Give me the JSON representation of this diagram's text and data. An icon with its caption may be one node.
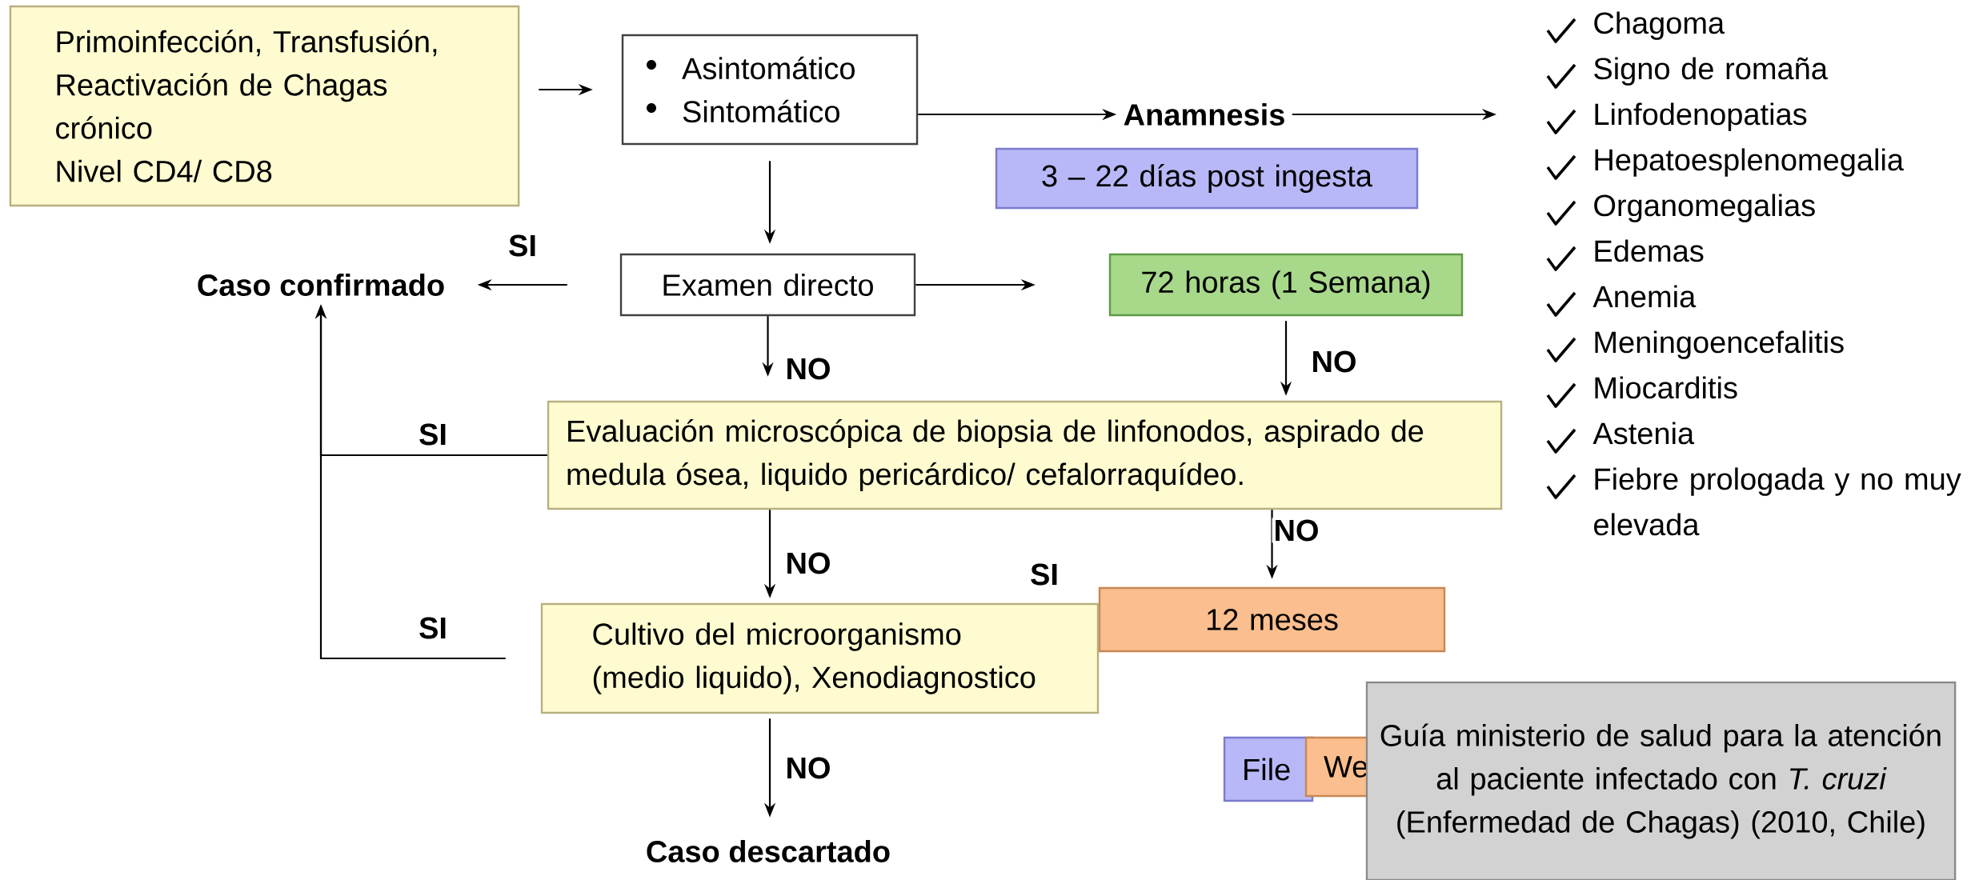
{
  "diagram": {
    "nodes": [
      {
        "text": [
          "Primoinfección, Transfusión, Reactivación de Chagas crónico",
          "Nivel CD4/ CD8"
        ]
      },
      {
        "text": [
          "Asintomático",
          "Sintomático"
        ]
      },
      {
        "text": [
          "Anamnesis"
        ]
      },
      {
        "text": [
          "3 – 22 días post ingesta"
        ]
      },
      {
        "text": [
          "Chagoma",
          "Signo de romaña",
          "Linfodenopatias",
          "Hepatoesplenomegalia",
          "Organomegalias",
          "Edemas",
          "Anemia",
          "Meningoencefalitis",
          "Miocarditis",
          "Astenia",
          "Fiebre prologada y no muy elevada"
        ]
      },
      {
        "text": [
          "Examen directo"
        ]
      },
      {
        "text": [
          "Caso confirmado"
        ]
      },
      {
        "text": [
          "72 horas (1 Semana)"
        ]
      },
      {
        "text": [
          "Evaluación microscópica de biopsia de linfonodos, aspirado de medula ósea, liquido pericárdico/ cefalorraquídeo."
        ]
      },
      {
        "text": [
          "12 meses"
        ]
      },
      {
        "text": [
          "Cultivo del microorganismo (medio liquido), Xenodiagnostico"
        ]
      },
      {
        "text": [
          "File"
        ]
      },
      {
        "text": [
          "We"
        ]
      },
      {
        "text": [
          "Guía ministerio de salud para la atención al paciente infectado con *T. cruzi* (Enfermedad de Chagas) (2010, Chile)"
        ]
      },
      {
        "text": [
          "Caso descartado"
        ]
      }
    ],
    "edges": [
      {
        "from": 0,
        "to": 1,
        "arrow": "to"
      },
      {
        "from": 1,
        "to": 2,
        "arrow": "to"
      },
      {
        "from": 2,
        "to": 4,
        "arrow": "to"
      },
      {
        "from": 1,
        "to": 5,
        "arrow": "to"
      },
      {
        "from": 5,
        "to": 6,
        "arrow": "to",
        "label": "SI"
      },
      {
        "from": 5,
        "to": 7,
        "arrow": "to"
      },
      {
        "from": 5,
        "to": 8,
        "arrow": "to",
        "label": "NO"
      },
      {
        "from": 7,
        "to": 8,
        "arrow": "to",
        "label": "NO"
      },
      {
        "from": 8,
        "to": 6,
        "arrow": "to",
        "label": "SI"
      },
      {
        "from": 10,
        "to": 6,
        "arrow": "to",
        "label": "SI"
      },
      {
        "from": 8,
        "to": 9,
        "arrow": "to",
        "label": "NO"
      },
      {
        "from": 8,
        "to": 10,
        "arrow": "to",
        "label": "NO"
      },
      {
        "from": 10,
        "to": 14,
        "arrow": "to",
        "label": "NO"
      }
    ],
    "labels": [
      "SI"
    ]
  }
}
